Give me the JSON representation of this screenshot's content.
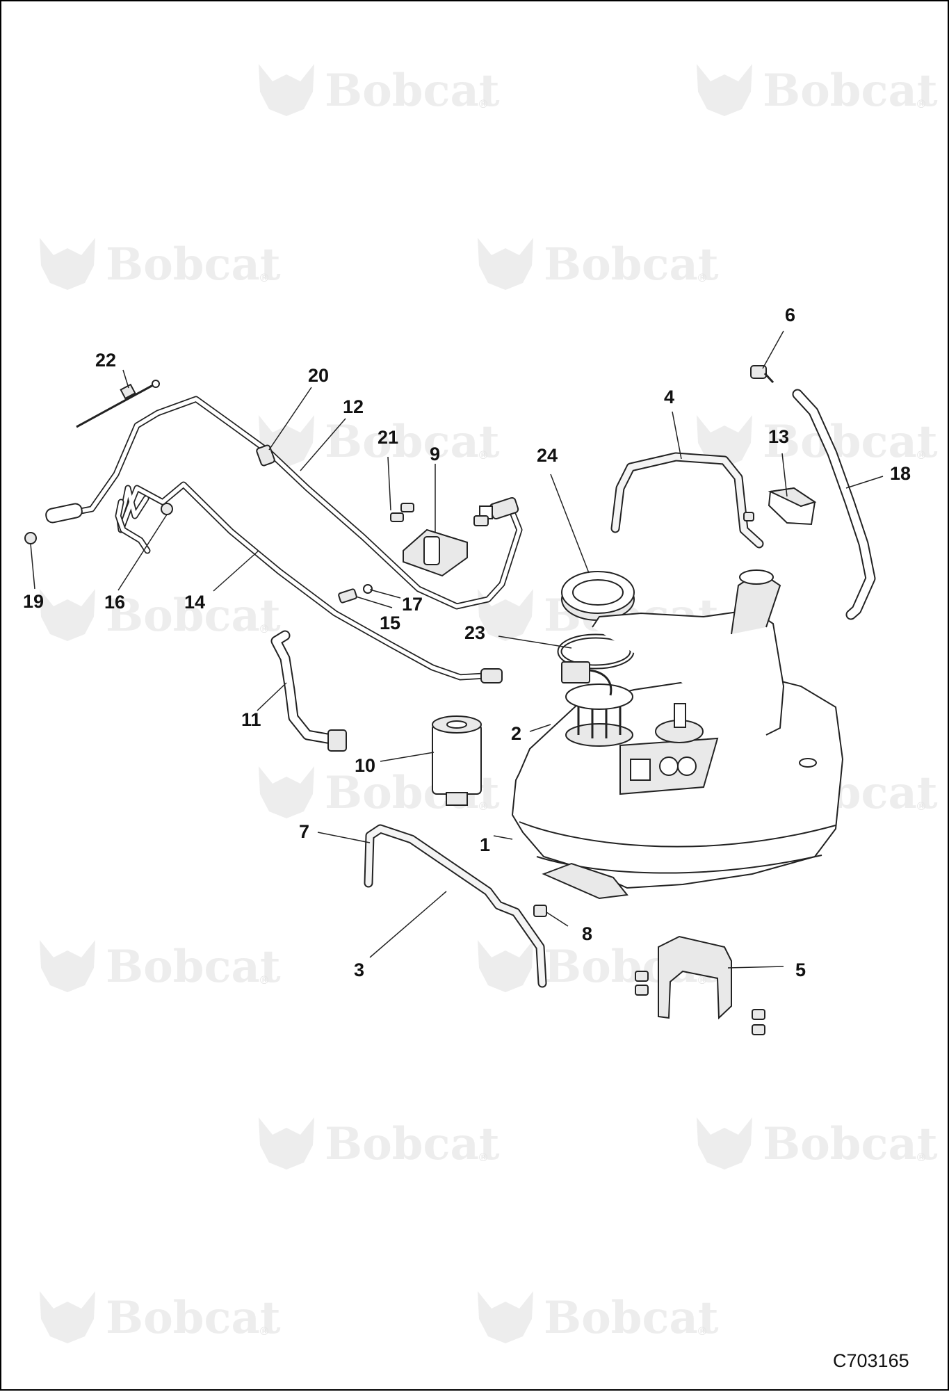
{
  "diagram": {
    "watermark_text": "Bobcat",
    "watermark_mark": "®",
    "figure_id": "C703165",
    "callouts": [
      "1",
      "2",
      "3",
      "4",
      "5",
      "6",
      "7",
      "8",
      "9",
      "10",
      "11",
      "12",
      "13",
      "14",
      "15",
      "16",
      "17",
      "18",
      "19",
      "20",
      "21",
      "22",
      "23",
      "24"
    ]
  }
}
